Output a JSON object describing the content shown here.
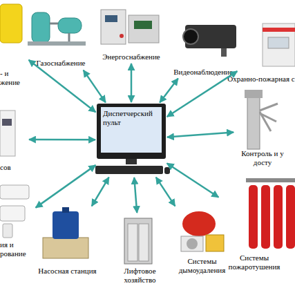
{
  "diagram": {
    "nodes": [
      {
        "text": [
          "Диспетчерский пульт"
        ]
      },
      {
        "text": [
          "- и жение"
        ]
      },
      {
        "text": [
          "Газоснабжение"
        ]
      },
      {
        "text": [
          "Энергоснабжение"
        ]
      },
      {
        "text": [
          "Видеонаблюдение"
        ]
      },
      {
        "text": [
          "Охранно-пожарная с"
        ]
      },
      {
        "text": [
          "Контроль и у досту"
        ]
      },
      {
        "text": [
          "Системы пожаротушения"
        ]
      },
      {
        "text": [
          "Системы дымоудаления"
        ]
      },
      {
        "text": [
          "Лифтовое хозяйство"
        ]
      },
      {
        "text": [
          "Насосная станция"
        ]
      },
      {
        "text": [
          "ия и рование"
        ]
      },
      {
        "text": [
          "сов"
        ]
      }
    ],
    "edges": [
      {
        "from": 0,
        "to": 1,
        "arrow": "both"
      },
      {
        "from": 0,
        "to": 2,
        "arrow": "both"
      },
      {
        "from": 0,
        "to": 3,
        "arrow": "both"
      },
      {
        "from": 0,
        "to": 4,
        "arrow": "both"
      },
      {
        "from": 0,
        "to": 5,
        "arrow": "both"
      },
      {
        "from": 0,
        "to": 6,
        "arrow": "both"
      },
      {
        "from": 0,
        "to": 7,
        "arrow": "both"
      },
      {
        "from": 0,
        "to": 8,
        "arrow": "both"
      },
      {
        "from": 0,
        "to": 9,
        "arrow": "both"
      },
      {
        "from": 0,
        "to": 10,
        "arrow": "both"
      },
      {
        "from": 0,
        "to": 11,
        "arrow": "both"
      },
      {
        "from": 0,
        "to": 12,
        "arrow": "both"
      }
    ]
  }
}
